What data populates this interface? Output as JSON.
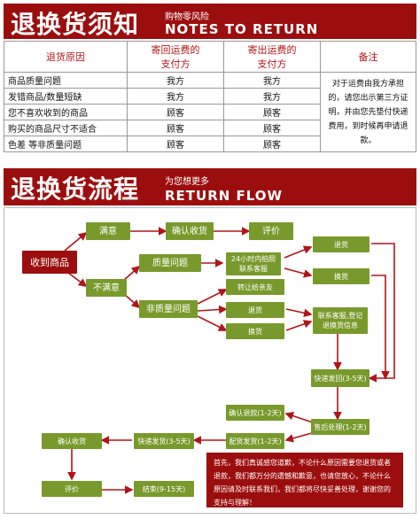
{
  "header1": {
    "title_cn": "退换货须知",
    "sub_cn": "购物零风险",
    "title_en": "NOTES TO RETURN"
  },
  "table": {
    "headers": [
      "退货原因",
      "寄回运费的\n支付方",
      "寄出运费的\n支付方",
      "备注"
    ],
    "rows": [
      [
        "商品质量问题",
        "我方",
        "我方"
      ],
      [
        "发错商品/数量短缺",
        "我方",
        "我方"
      ],
      [
        "您不喜欢收到的商品",
        "顾客",
        "顾客"
      ],
      [
        "购买的商品尺寸不适合",
        "顾客",
        "顾客"
      ],
      [
        "色差 等非质量问题",
        "顾客",
        "顾客"
      ]
    ],
    "note": "对于运费由我方承担的，请您出示第三方证明，并由您先垫付快递费用，到时候再申请退款。"
  },
  "header2": {
    "title_cn": "退换货流程",
    "sub_cn": "为您想更多",
    "title_en": "RETURN FLOW"
  },
  "flow": {
    "receive": "收到商品",
    "satisfied": "满意",
    "confirm": "确认收货",
    "review": "评价",
    "unsatisfied": "不满意",
    "quality": "质量问题",
    "contact24": "24小时内拍照联系客服",
    "return1": "退货",
    "exchange1": "换货",
    "nonquality": "非质量问题",
    "gift": "转让给亲友",
    "return2": "退货",
    "exchange2": "换货",
    "contactcs": "联系客服,登记退换货信息",
    "ship": "快递发回(3-5天)",
    "aftersale": "售后处理(1-2天)",
    "refund": "确认退款(1-2天)",
    "dispatch": "配货发货(1-2天)",
    "express": "快递发货(3-5天)",
    "confirm2": "确认收货",
    "review2": "评价",
    "settle": "结束(9-15天)",
    "message": "首先，我们真诚感您道歉，不论什么原因需要您退货或者退款，我们都万分的遗憾和歉意，也请您放心，不论什么原因请及时联系我们，我们都将尽快妥善处理，谢谢您的支持与理解！"
  }
}
